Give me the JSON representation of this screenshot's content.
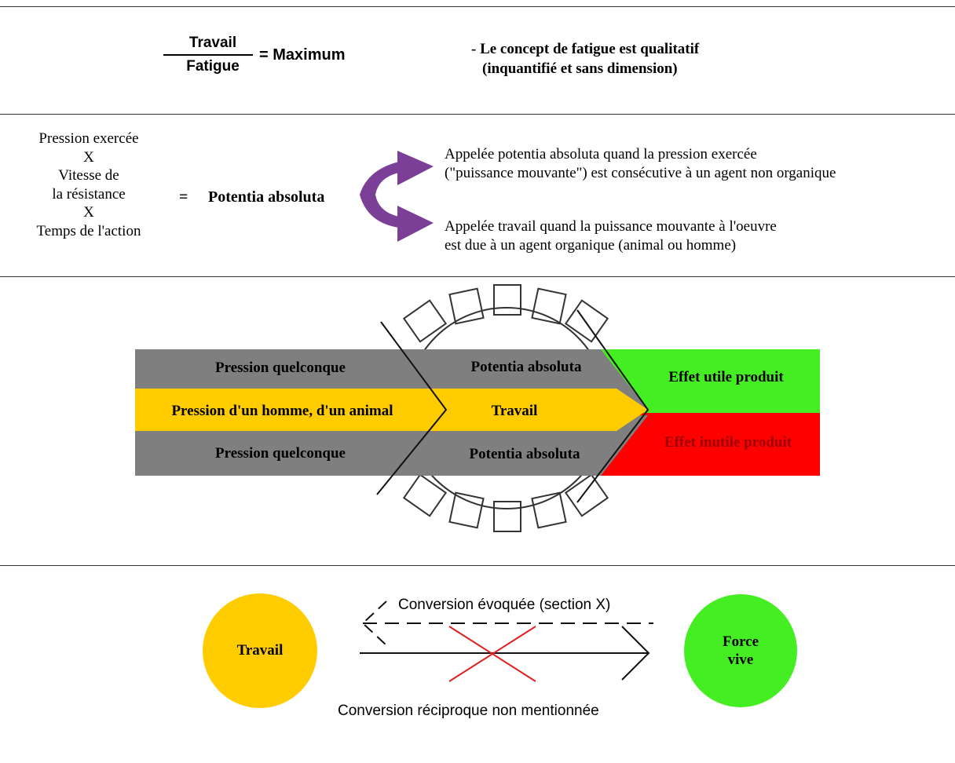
{
  "formula": {
    "numerator": "Travail",
    "denominator": "Fatigue",
    "result": "= Maximum",
    "note_line1": "- Le concept de fatigue est qualitatif",
    "note_line2": "(inquantifié et sans dimension)"
  },
  "definition": {
    "factors": [
      "Pression exercée",
      "X",
      "Vitesse de",
      "la résistance",
      "X",
      "Temps de l'action"
    ],
    "equals": "=",
    "result": "Potentia absoluta",
    "case1_line1": "Appelée potentia absoluta  quand la pression exercée",
    "case1_line2": "(\"puissance mouvante\") est consécutive à  un agent non organique",
    "case2_line1": "Appelée travail quand  la puissance mouvante à l'oeuvre",
    "case2_line2": "est due à un agent organique (animal ou homme)"
  },
  "machine": {
    "input_top": "Pression quelconque",
    "input_middle": "Pression d'un homme, d'un animal",
    "input_bottom": "Pression quelconque",
    "inner_top": "Potentia absoluta",
    "inner_middle": "Travail",
    "inner_bottom": "Potentia absoluta",
    "output_useful": "Effet utile produit",
    "output_useless": "Effet inutile produit"
  },
  "conversion": {
    "left_node": "Travail",
    "right_node_line1": "Force",
    "right_node_line2": "vive",
    "evoked": "Conversion évoquée (section X)",
    "not_mentioned": "Conversion réciproque non mentionnée"
  },
  "colors": {
    "gray_band": "#7f7f7f",
    "yellow_band": "#ffcc00",
    "green_output": "#44ee22",
    "red_output": "#ff0000",
    "purple_arrow": "#7b3f98",
    "cross_red": "#e02020"
  }
}
